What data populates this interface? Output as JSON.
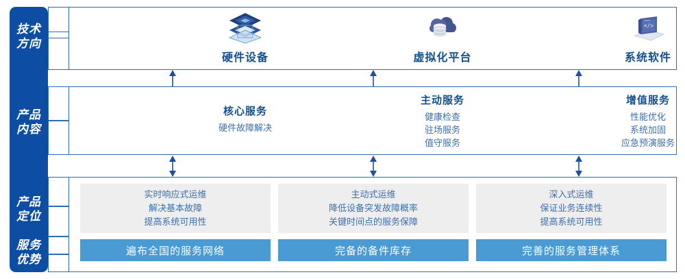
{
  "sidebar": {
    "items": [
      {
        "name": "tech-direction",
        "label": "技术\n方向"
      },
      {
        "name": "product-content",
        "label": "产品\n内容"
      },
      {
        "name": "product-position",
        "label": "产品\n定位"
      },
      {
        "name": "service-advantage",
        "label": "服务\n优势"
      }
    ]
  },
  "tech_row": {
    "columns": [
      {
        "icon": "server-stack-icon",
        "title": "硬件设备"
      },
      {
        "icon": "cloud-database-icon",
        "title": "虚拟化平台"
      },
      {
        "icon": "laptop-code-icon",
        "title": "系统软件"
      }
    ]
  },
  "content_row": {
    "columns": [
      {
        "title": "核心服务",
        "items": [
          "硬件故障解决"
        ]
      },
      {
        "title": "主动服务",
        "items": [
          "健康检查",
          "驻场服务",
          "值守服务"
        ]
      },
      {
        "title": "增值服务",
        "items": [
          "性能优化",
          "系统加固",
          "应急预演服务"
        ]
      }
    ]
  },
  "bottom_row": {
    "columns": [
      {
        "positioning": [
          "实时响应式运维",
          "解决基本故障",
          "提高系统可用性"
        ],
        "advantage": "遍布全国的服务网络"
      },
      {
        "positioning": [
          "主动式运维",
          "降低设备突发故障概率",
          "关键时间点的服务保障"
        ],
        "advantage": "完备的备件库存"
      },
      {
        "positioning": [
          "深入式运维",
          "保证业务连续性",
          "提高系统可用性"
        ],
        "advantage": "完善的服务管理体系"
      }
    ]
  },
  "colors": {
    "sidebar_blue": "#0e4da4",
    "panel_border": "#2e6db6",
    "title_blue": "#14508f",
    "body_blue": "#3f6fa8",
    "bar_blue": "#4a9bd4",
    "gray_box": "#eeeeee",
    "arrow_blue": "#1f4e9c"
  }
}
